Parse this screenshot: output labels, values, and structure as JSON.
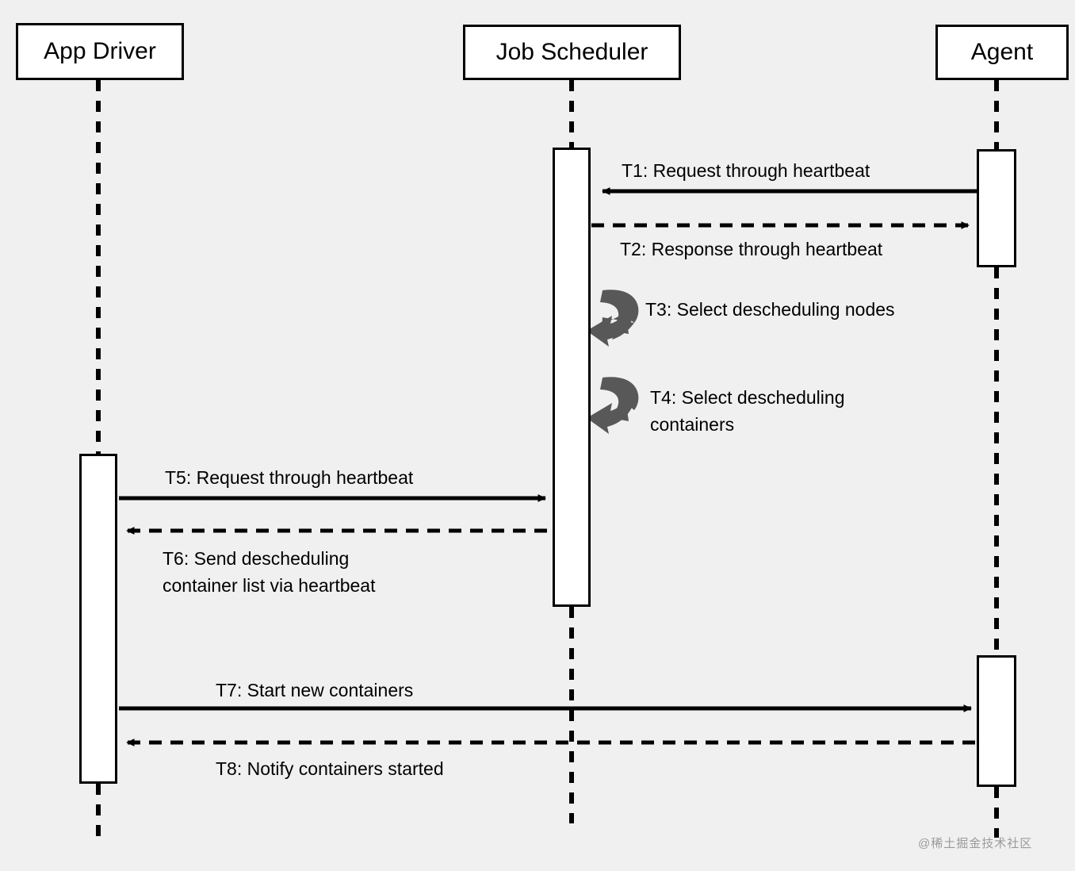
{
  "diagram": {
    "type": "sequence-diagram",
    "background_color": "#f0f0f0",
    "line_color": "#000000",
    "loop_icon_color": "#4d4d4d",
    "participants": [
      {
        "id": "app-driver",
        "label": "App Driver"
      },
      {
        "id": "job-scheduler",
        "label": "Job Scheduler"
      },
      {
        "id": "agent",
        "label": "Agent"
      }
    ],
    "messages": [
      {
        "id": "t1",
        "label": "T1: Request through heartbeat",
        "from": "agent",
        "to": "job-scheduler",
        "style": "solid",
        "direction": "left"
      },
      {
        "id": "t2",
        "label": "T2: Response through heartbeat",
        "from": "job-scheduler",
        "to": "agent",
        "style": "dashed",
        "direction": "right"
      },
      {
        "id": "t3",
        "label": "T3: Select descheduling nodes",
        "from": "job-scheduler",
        "to": "job-scheduler",
        "style": "self-loop",
        "direction": "self"
      },
      {
        "id": "t4",
        "label": "T4: Select descheduling\ncontainers",
        "from": "job-scheduler",
        "to": "job-scheduler",
        "style": "self-loop",
        "direction": "self"
      },
      {
        "id": "t5",
        "label": "T5: Request through heartbeat",
        "from": "app-driver",
        "to": "job-scheduler",
        "style": "solid",
        "direction": "right"
      },
      {
        "id": "t6",
        "label": "T6: Send descheduling\ncontainer list via heartbeat",
        "from": "job-scheduler",
        "to": "app-driver",
        "style": "dashed",
        "direction": "left"
      },
      {
        "id": "t7",
        "label": "T7: Start new containers",
        "from": "app-driver",
        "to": "agent",
        "style": "solid",
        "direction": "right"
      },
      {
        "id": "t8",
        "label": "T8: Notify containers started",
        "from": "agent",
        "to": "app-driver",
        "style": "dashed",
        "direction": "left"
      }
    ],
    "watermark": "@稀土掘金技术社区"
  }
}
